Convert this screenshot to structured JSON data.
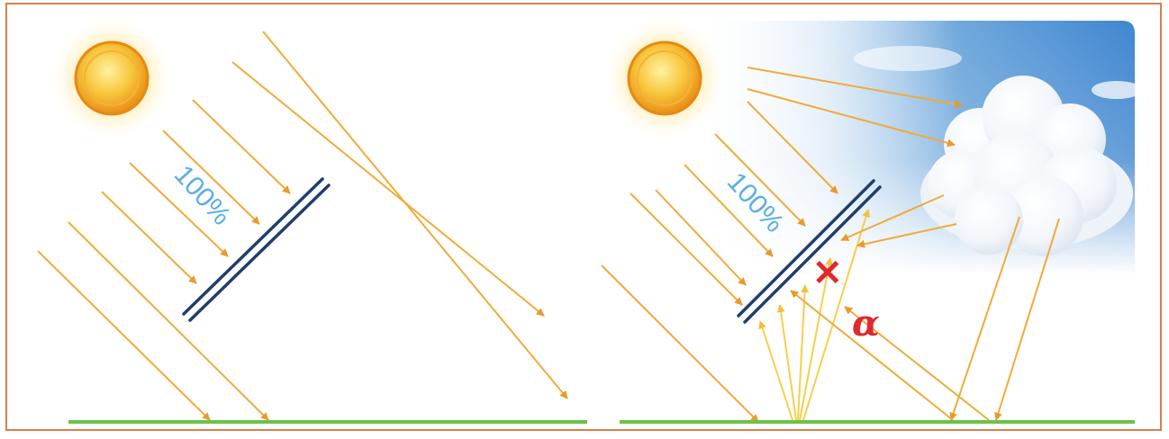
{
  "colors": {
    "frame": "#d9804a",
    "ray": "#f0ab3a",
    "ray_reflected": "#f6cf4a",
    "panel": "#1f3f6b",
    "ground": "#6cc24a",
    "percent_text": "#5aaee4",
    "mark": "#e0282f",
    "sky": "#4a8fd4"
  },
  "icons": [
    "sun-icon",
    "cloud-icon"
  ],
  "left_panel": {
    "percent_label": "100%"
  },
  "right_panel": {
    "percent_label": "100%",
    "blocked_mark": "✕",
    "albedo_symbol": "α"
  }
}
